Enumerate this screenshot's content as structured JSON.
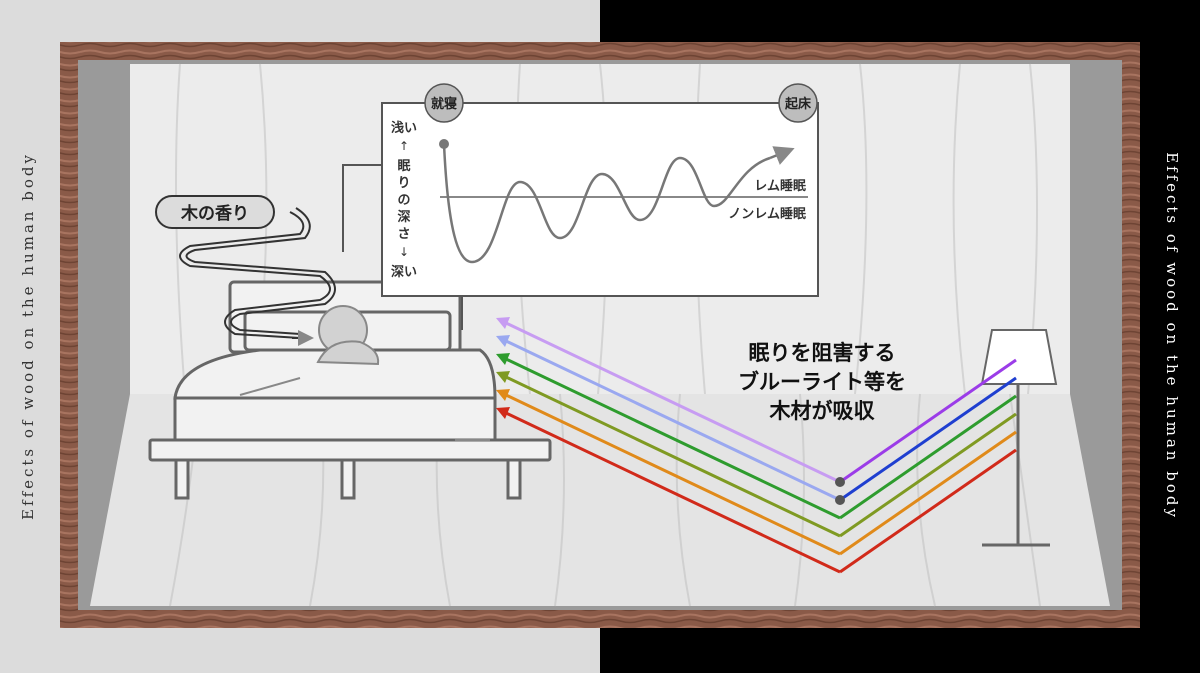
{
  "side_caption_left": "Effects of wood on the human body",
  "side_caption_right": "Effects of wood on the human body",
  "wood_scent_label": "木の香り",
  "sleep_chart": {
    "start_label": "就寝",
    "end_label": "起床",
    "axis_top": "浅い",
    "axis_middle_lines": [
      "眠",
      "り",
      "の",
      "深",
      "さ"
    ],
    "axis_bottom": "深い",
    "arrow_up": "↑",
    "arrow_down": "↓",
    "rem_label": "レム睡眠",
    "nonrem_label": "ノンレム睡眠"
  },
  "blue_light_caption": [
    "眠りを阻害する",
    "ブルーライト等を",
    "木材が吸収"
  ],
  "colors": {
    "rays": [
      "#c79cf2",
      "#9aa8f0",
      "#2e9c2e",
      "#7f9a22",
      "#e08a1a",
      "#d12a1a"
    ],
    "rays_in": [
      "#9b3ce8",
      "#1f3fd0",
      "#2e9c2e",
      "#7f9a22",
      "#e08a1a",
      "#d12a1a"
    ],
    "wood_frame": "#8a5a48",
    "wall": "#e8e8e8"
  }
}
